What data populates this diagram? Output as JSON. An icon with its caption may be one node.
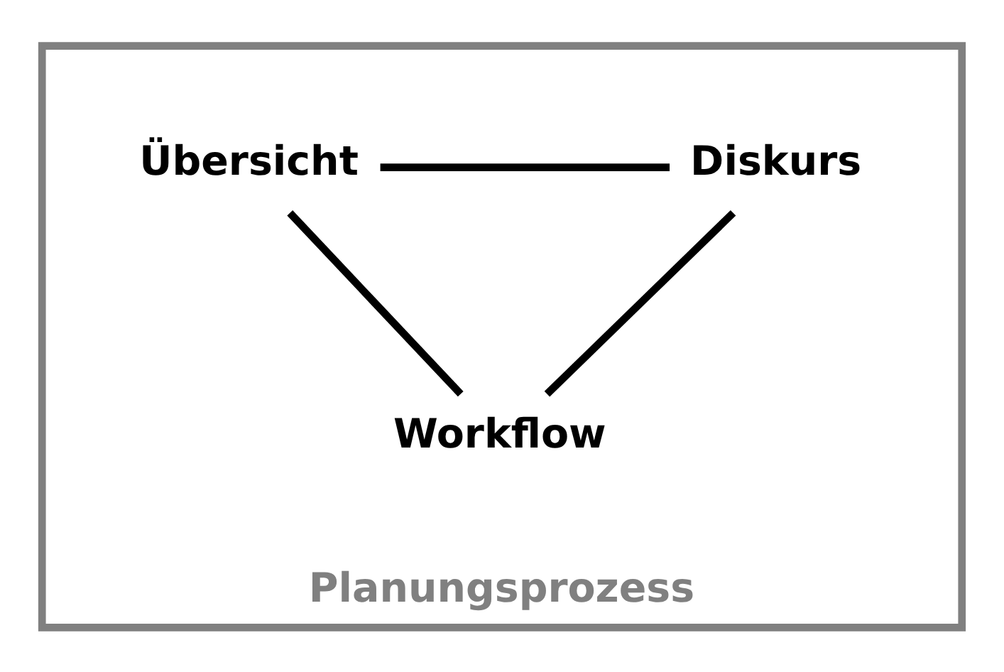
{
  "diagram": {
    "nodes": [
      {
        "text": [
          "Planungsprozess"
        ]
      },
      {
        "text": [
          "Übersicht"
        ],
        "in": 0
      },
      {
        "text": [
          "Diskurs"
        ],
        "in": 0
      },
      {
        "text": [
          "Workflow"
        ],
        "in": 0
      }
    ],
    "edges": [
      {
        "from": 1,
        "to": 2,
        "arrow": "none"
      },
      {
        "from": 1,
        "to": 3,
        "arrow": "none"
      },
      {
        "from": 2,
        "to": 3,
        "arrow": "none"
      }
    ]
  }
}
